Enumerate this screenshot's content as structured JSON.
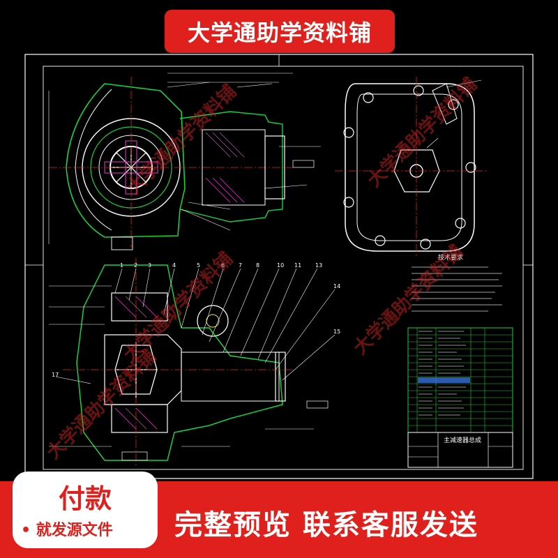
{
  "header": {
    "banner_text": "大学通助学资料铺"
  },
  "watermark": {
    "text": "大学通助学资料铺"
  },
  "drawing": {
    "tech_requirements_title": "技术要求",
    "title_block_name": "主减速器总成",
    "bom_highlight_color": "#3a6fe0"
  },
  "footer": {
    "pay_title": "付款",
    "pay_subtitle": "• 就发源文件",
    "cta_text": "完整预览  联系客服发送"
  },
  "colors": {
    "banner_red": "#e0201c",
    "line_white": "#ffffff",
    "line_green": "#19d13a",
    "line_blue": "#3a6fe0",
    "line_red": "#e8241b",
    "line_yellow": "#f2e33a",
    "line_magenta": "#e23ad0"
  }
}
